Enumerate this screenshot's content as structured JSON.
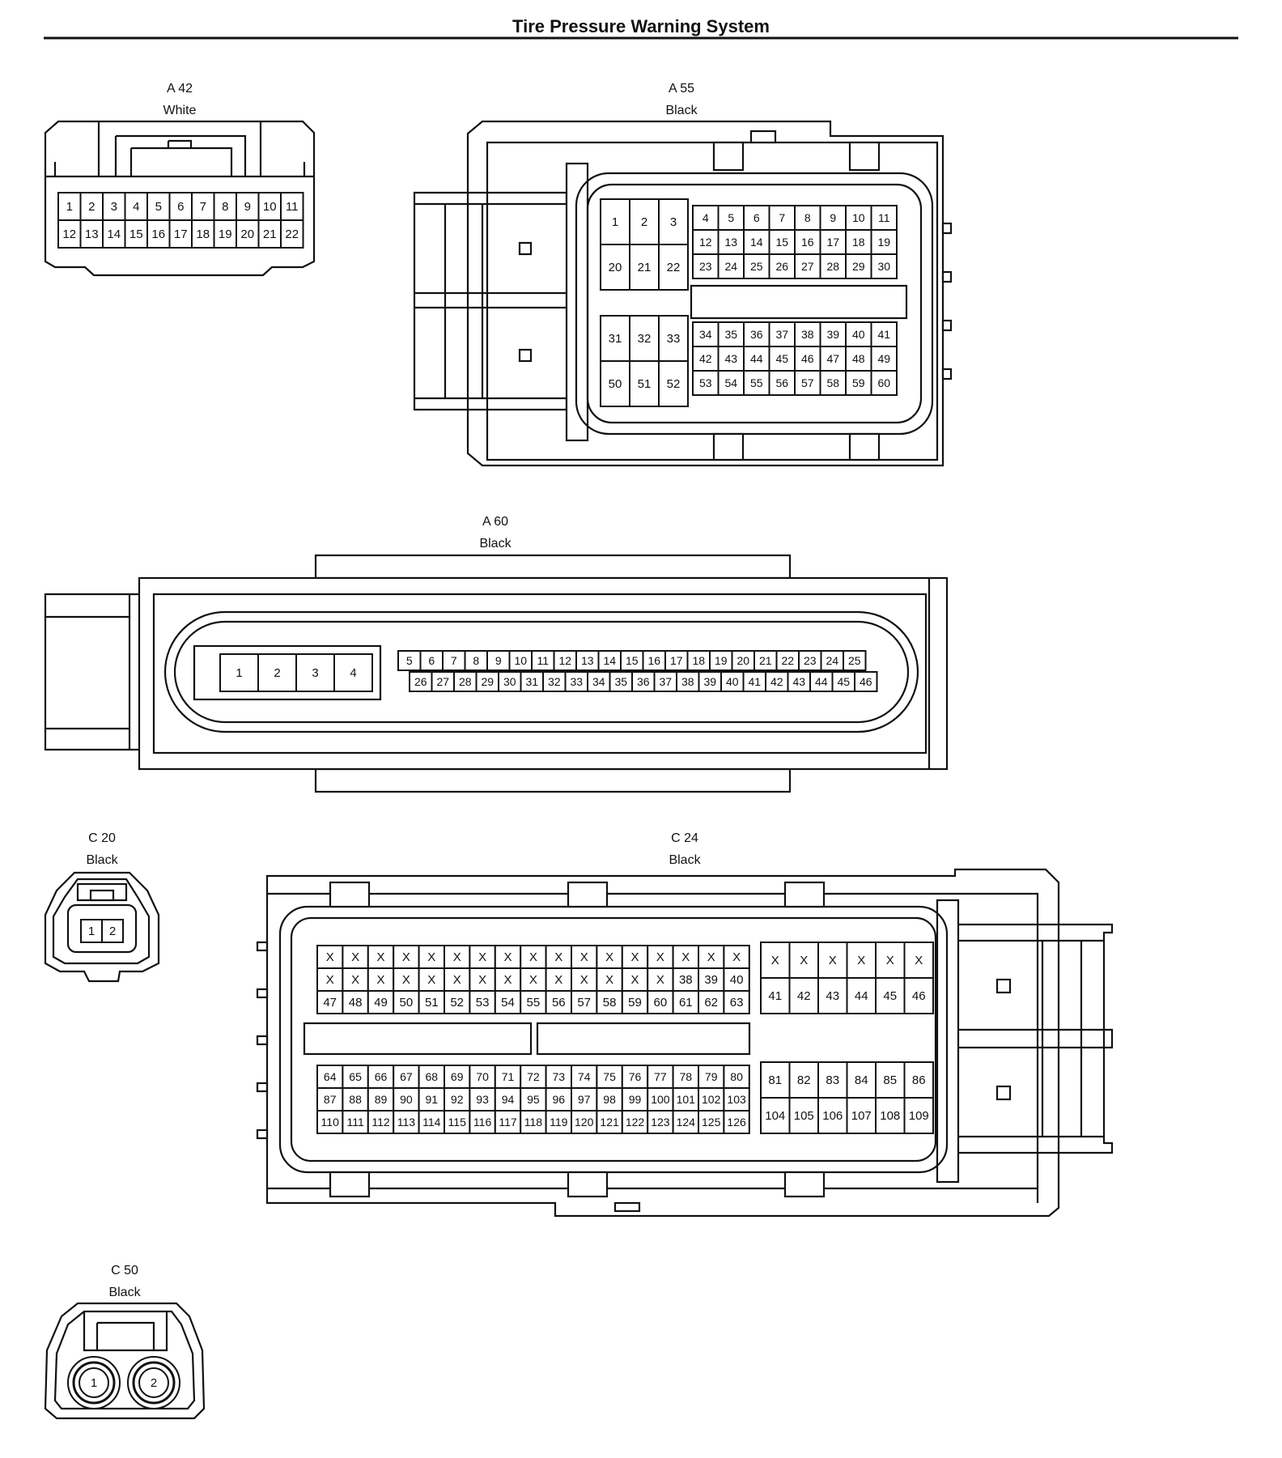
{
  "title": "Tire Pressure Warning System",
  "connectors": {
    "a42": {
      "id": "A 42",
      "color": "White",
      "rows": [
        [
          "1",
          "2",
          "3",
          "4",
          "5",
          "6",
          "7",
          "8",
          "9",
          "10",
          "11"
        ],
        [
          "12",
          "13",
          "14",
          "15",
          "16",
          "17",
          "18",
          "19",
          "20",
          "21",
          "22"
        ]
      ]
    },
    "a55": {
      "id": "A 55",
      "color": "Black",
      "big_top": [
        [
          "1",
          "2",
          "3"
        ],
        [
          "20",
          "21",
          "22"
        ]
      ],
      "small_top": [
        [
          "4",
          "5",
          "6",
          "7",
          "8",
          "9",
          "10",
          "11"
        ],
        [
          "12",
          "13",
          "14",
          "15",
          "16",
          "17",
          "18",
          "19"
        ],
        [
          "23",
          "24",
          "25",
          "26",
          "27",
          "28",
          "29",
          "30"
        ]
      ],
      "big_bottom": [
        [
          "31",
          "32",
          "33"
        ],
        [
          "50",
          "51",
          "52"
        ]
      ],
      "small_bottom": [
        [
          "34",
          "35",
          "36",
          "37",
          "38",
          "39",
          "40",
          "41"
        ],
        [
          "42",
          "43",
          "44",
          "45",
          "46",
          "47",
          "48",
          "49"
        ],
        [
          "53",
          "54",
          "55",
          "56",
          "57",
          "58",
          "59",
          "60"
        ]
      ]
    },
    "a60": {
      "id": "A 60",
      "color": "Black",
      "big": [
        "1",
        "2",
        "3",
        "4"
      ],
      "row1": [
        "5",
        "6",
        "7",
        "8",
        "9",
        "10",
        "11",
        "12",
        "13",
        "14",
        "15",
        "16",
        "17",
        "18",
        "19",
        "20",
        "21",
        "22",
        "23",
        "24",
        "25"
      ],
      "row2": [
        "26",
        "27",
        "28",
        "29",
        "30",
        "31",
        "32",
        "33",
        "34",
        "35",
        "36",
        "37",
        "38",
        "39",
        "40",
        "41",
        "42",
        "43",
        "44",
        "45",
        "46"
      ]
    },
    "c20": {
      "id": "C 20",
      "color": "Black",
      "pins": [
        "1",
        "2"
      ]
    },
    "c24": {
      "id": "C 24",
      "color": "Black",
      "top_left": [
        [
          "X",
          "X",
          "X",
          "X",
          "X",
          "X",
          "X",
          "X",
          "X",
          "X",
          "X",
          "X",
          "X",
          "X",
          "X",
          "X",
          "X"
        ],
        [
          "X",
          "X",
          "X",
          "X",
          "X",
          "X",
          "X",
          "X",
          "X",
          "X",
          "X",
          "X",
          "X",
          "X",
          "38",
          "39",
          "40"
        ],
        [
          "47",
          "48",
          "49",
          "50",
          "51",
          "52",
          "53",
          "54",
          "55",
          "56",
          "57",
          "58",
          "59",
          "60",
          "61",
          "62",
          "63"
        ]
      ],
      "top_right": [
        [
          "X",
          "X",
          "X",
          "X",
          "X",
          "X"
        ],
        [
          "41",
          "42",
          "43",
          "44",
          "45",
          "46"
        ]
      ],
      "bottom_left": [
        [
          "64",
          "65",
          "66",
          "67",
          "68",
          "69",
          "70",
          "71",
          "72",
          "73",
          "74",
          "75",
          "76",
          "77",
          "78",
          "79",
          "80"
        ],
        [
          "87",
          "88",
          "89",
          "90",
          "91",
          "92",
          "93",
          "94",
          "95",
          "96",
          "97",
          "98",
          "99",
          "100",
          "101",
          "102",
          "103"
        ],
        [
          "110",
          "111",
          "112",
          "113",
          "114",
          "115",
          "116",
          "117",
          "118",
          "119",
          "120",
          "121",
          "122",
          "123",
          "124",
          "125",
          "126"
        ]
      ],
      "bottom_right": [
        [
          "81",
          "82",
          "83",
          "84",
          "85",
          "86"
        ],
        [
          "104",
          "105",
          "106",
          "107",
          "108",
          "109"
        ]
      ]
    },
    "c50": {
      "id": "C 50",
      "color": "Black",
      "pins": [
        "1",
        "2"
      ]
    }
  }
}
